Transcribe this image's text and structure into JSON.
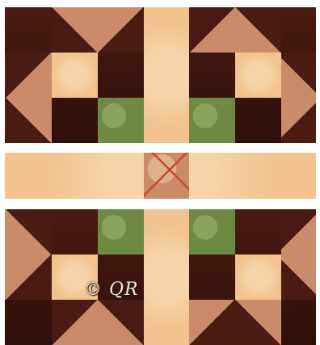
{
  "design": {
    "colors": {
      "dark": "#4a1b12",
      "dark_shadow": "#2f0f0a",
      "cream": "#f2c38f",
      "cream_light": "#f6d3a8",
      "green": "#6d8a42",
      "green_light": "#8aa35a",
      "batik": "#c98b6a",
      "batik_light": "#e0b08c",
      "batik_red": "#c8452a"
    }
  },
  "panels": {
    "top_block": {
      "role": "quilt block"
    },
    "middle_sashing": {
      "role": "sashing strip with cornerstone"
    },
    "bottom_block": {
      "role": "quilt block"
    }
  },
  "watermark": {
    "text": "© QR"
  }
}
